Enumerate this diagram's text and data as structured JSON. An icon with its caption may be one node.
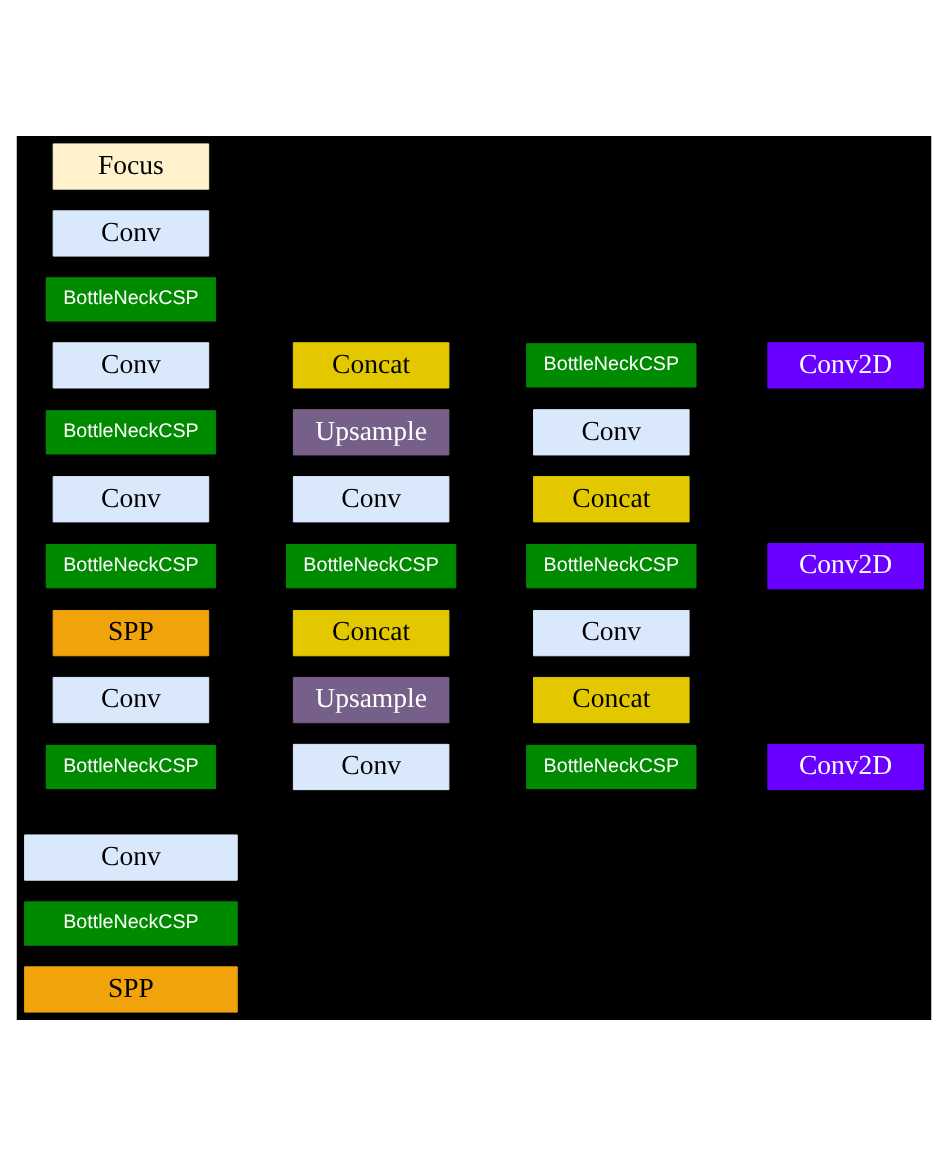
{
  "diagram": {
    "nodes": [
      {
        "text": [
          "Focus"
        ]
      },
      {
        "text": [
          "Conv"
        ]
      },
      {
        "text": [
          "BottleNeckCSP"
        ]
      },
      {
        "text": [
          "Conv"
        ]
      },
      {
        "text": [
          "BottleNeckCSP"
        ]
      },
      {
        "text": [
          "Conv"
        ]
      },
      {
        "text": [
          "BottleNeckCSP"
        ]
      },
      {
        "text": [
          "SPP"
        ]
      },
      {
        "text": [
          "Conv"
        ]
      },
      {
        "text": [
          "BottleNeckCSP"
        ]
      },
      {
        "text": [
          "Concat"
        ]
      },
      {
        "text": [
          "Upsample"
        ]
      },
      {
        "text": [
          "Conv"
        ]
      },
      {
        "text": [
          "BottleNeckCSP"
        ]
      },
      {
        "text": [
          "Concat"
        ]
      },
      {
        "text": [
          "Upsample"
        ]
      },
      {
        "text": [
          "Conv"
        ]
      },
      {
        "text": [
          "BottleNeckCSP"
        ]
      },
      {
        "text": [
          "Conv"
        ]
      },
      {
        "text": [
          "Concat"
        ]
      },
      {
        "text": [
          "BottleNeckCSP"
        ]
      },
      {
        "text": [
          "Conv"
        ]
      },
      {
        "text": [
          "Concat"
        ]
      },
      {
        "text": [
          "BottleNeckCSP"
        ]
      },
      {
        "text": [
          "Conv2D"
        ]
      },
      {
        "text": [
          "Conv2D"
        ]
      },
      {
        "text": [
          "Conv2D"
        ]
      },
      {
        "text": [
          "Conv"
        ]
      },
      {
        "text": [
          "BottleNeckCSP"
        ]
      },
      {
        "text": [
          "SPP"
        ]
      }
    ]
  }
}
